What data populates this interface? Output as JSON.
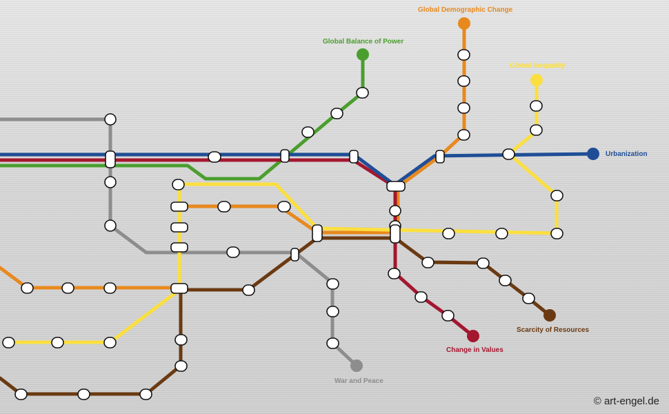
{
  "lines": [
    {
      "name": "Urbanization",
      "color": "#1f4e96"
    },
    {
      "name": "Global Balance of Power",
      "color": "#4a9e2e"
    },
    {
      "name": "Global Demographic Change",
      "color": "#e8891e"
    },
    {
      "name": "Global Inequality",
      "color": "#fbdf3f"
    },
    {
      "name": "War and Peace",
      "color": "#8d8d8d"
    },
    {
      "name": "Scarcity of Resources",
      "color": "#6b3a12"
    },
    {
      "name": "Change in Values",
      "color": "#a3172f"
    }
  ],
  "copyright": "© art-engel.de"
}
